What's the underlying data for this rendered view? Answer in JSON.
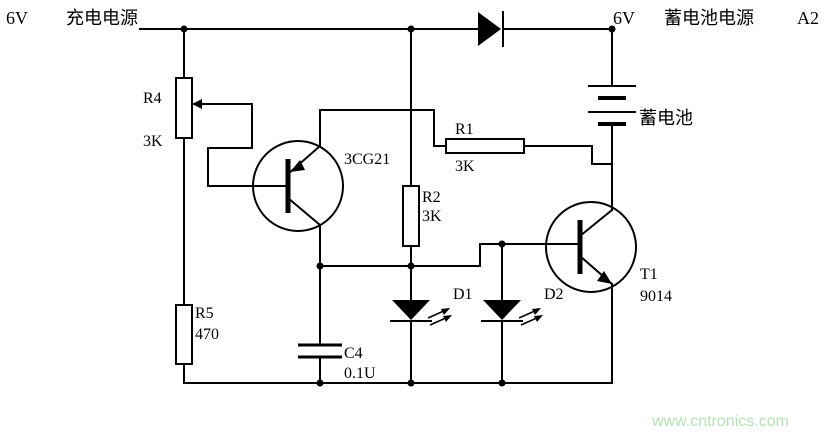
{
  "labels": {
    "supply_left_voltage": "6V",
    "supply_left_name": "充电电源",
    "supply_right_voltage": "6V",
    "supply_right_name": "蓄电池电源",
    "supply_right_tag": "A2",
    "battery": "蓄电池",
    "r4_name": "R4",
    "r4_value": "3K",
    "q1_model": "3CG21",
    "r1_name": "R1",
    "r1_value": "3K",
    "r2_name": "R2",
    "r2_value": "3K",
    "r5_name": "R5",
    "r5_value": "470",
    "c4_name": "C4",
    "c4_value": "0.1U",
    "d1_name": "D1",
    "d2_name": "D2",
    "t1_name": "T1",
    "t1_model": "9014",
    "watermark": "www.cntronics.com"
  }
}
